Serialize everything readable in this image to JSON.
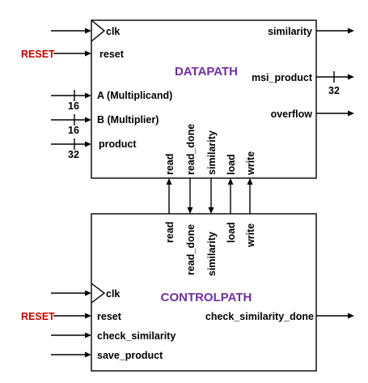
{
  "datapath": {
    "title": "DATAPATH",
    "inputs": {
      "clk": "clk",
      "reset": "reset",
      "reset_source": "RESET",
      "a": "A (Multiplicand)",
      "b": "B (Multiplier)",
      "product": "product"
    },
    "bus_widths": {
      "a": "16",
      "b": "16",
      "product": "32",
      "msi_product": "32"
    },
    "outputs": {
      "similarity": "similarity",
      "msi_product": "msi_product",
      "overflow": "overflow"
    },
    "bottom_ports": [
      "read",
      "read_done",
      "similarity",
      "load",
      "write"
    ]
  },
  "controlpath": {
    "title": "CONTROLPATH",
    "inputs": {
      "clk": "clk",
      "reset": "reset",
      "reset_source": "RESET",
      "check_similarity": "check_similarity",
      "save_product": "save_product"
    },
    "outputs": {
      "check_similarity_done": "check_similarity_done"
    },
    "top_ports": [
      "read",
      "read_done",
      "similarity",
      "load",
      "write"
    ]
  },
  "colors": {
    "title": "#7030a0",
    "reset": "#c00000",
    "line": "#000000"
  }
}
